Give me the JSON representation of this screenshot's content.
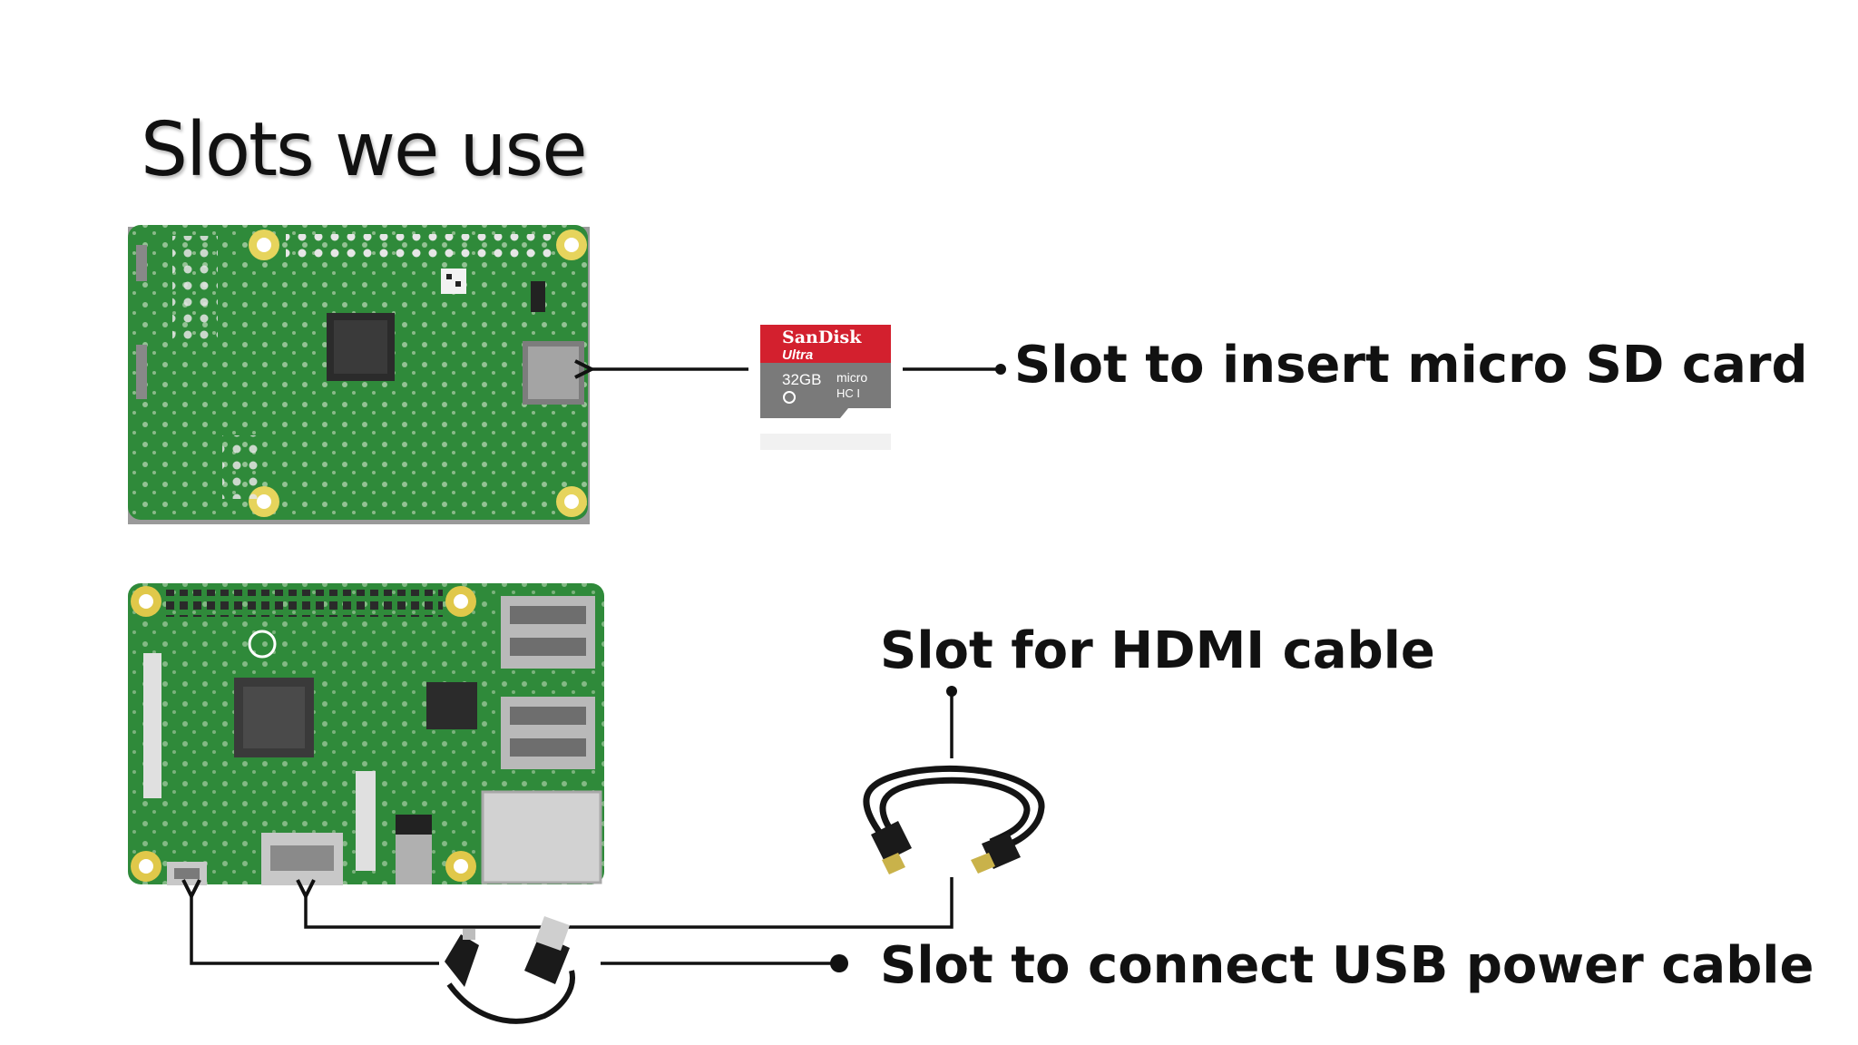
{
  "slide": {
    "title": "Slots we use"
  },
  "labels": {
    "sd_card": "Slot to insert micro SD card",
    "hdmi": "Slot for HDMI cable",
    "usb_power": "Slot to connect USB power cable"
  },
  "sd_card_text": {
    "brand": "SanDisk",
    "line": "Ultra",
    "capacity": "32GB",
    "type": "micro",
    "class": "HC I"
  },
  "colors": {
    "board_green": "#2e8b3a",
    "board_green_dark": "#1f6b2a",
    "sd_red": "#d3202e",
    "sd_grey": "#7a7a7a",
    "gold": "#e0c84a"
  },
  "icons": [
    "raspberry-pi-back-board",
    "raspberry-pi-front-board",
    "micro-sd-card",
    "hdmi-cable",
    "usb-cable"
  ]
}
